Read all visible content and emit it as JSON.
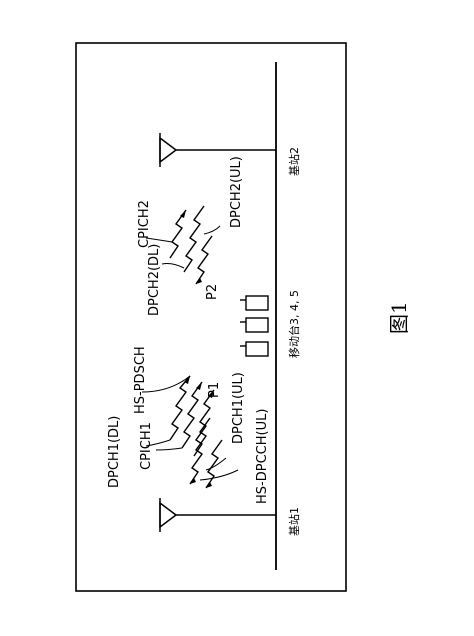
{
  "figure_caption": "图1",
  "base_station_1": "基站1",
  "base_station_2": "基站2",
  "mobile_stations": "移动台3, 4, 5",
  "labels": {
    "dpch1_dl": "DPCH1(DL)",
    "cpich1": "CPICH1",
    "hs_pdsch": "HS-PDSCH",
    "p1": "P1",
    "dpch1_ul": "DPCH1(UL)",
    "hs_dpcch_ul": "HS-DPCCH(UL)",
    "cpich2": "CPICH2",
    "dpch2_dl": "DPCH2(DL)",
    "p2": "P2",
    "dpch2_ul": "DPCH2(UL)"
  }
}
